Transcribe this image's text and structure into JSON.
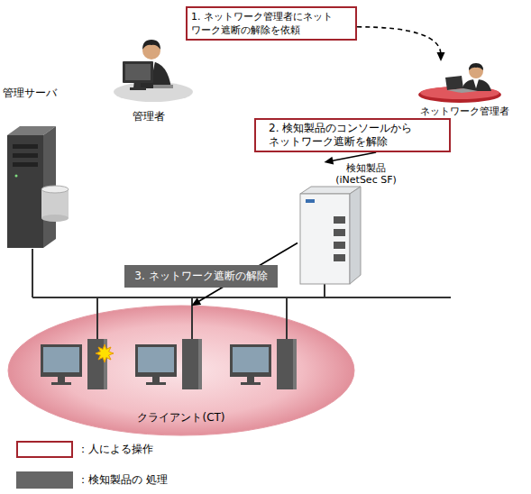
{
  "diagram": {
    "nodes": [
      {
        "text": [
          "管理者"
        ]
      },
      {
        "text": [
          "1. ネットワーク管理者にネット ワーク遮断の解除を依頼"
        ]
      },
      {
        "text": [
          "ネットワーク管理者"
        ]
      },
      {
        "text": [
          "2. 検知製品のコンソールから ネットワーク遮断を解除"
        ]
      },
      {
        "text": [
          "検知製品 (iNetSec SF)"
        ]
      },
      {
        "text": [
          "管理サーバ"
        ]
      },
      {
        "text": [
          "3. ネットワーク遮断の解除"
        ]
      },
      {
        "text": [
          "クライアント(CT)"
        ]
      }
    ],
    "edges": [
      {
        "from": 1,
        "to": 2,
        "arrow": "to"
      },
      {
        "from": 3,
        "to": 4,
        "arrow": "to"
      },
      {
        "from": 4,
        "to": 7,
        "arrow": "to"
      }
    ],
    "legend": [
      {
        "text": "：人による操作"
      },
      {
        "text": "：検知製品の 処理",
        "color": "#666666"
      }
    ]
  }
}
